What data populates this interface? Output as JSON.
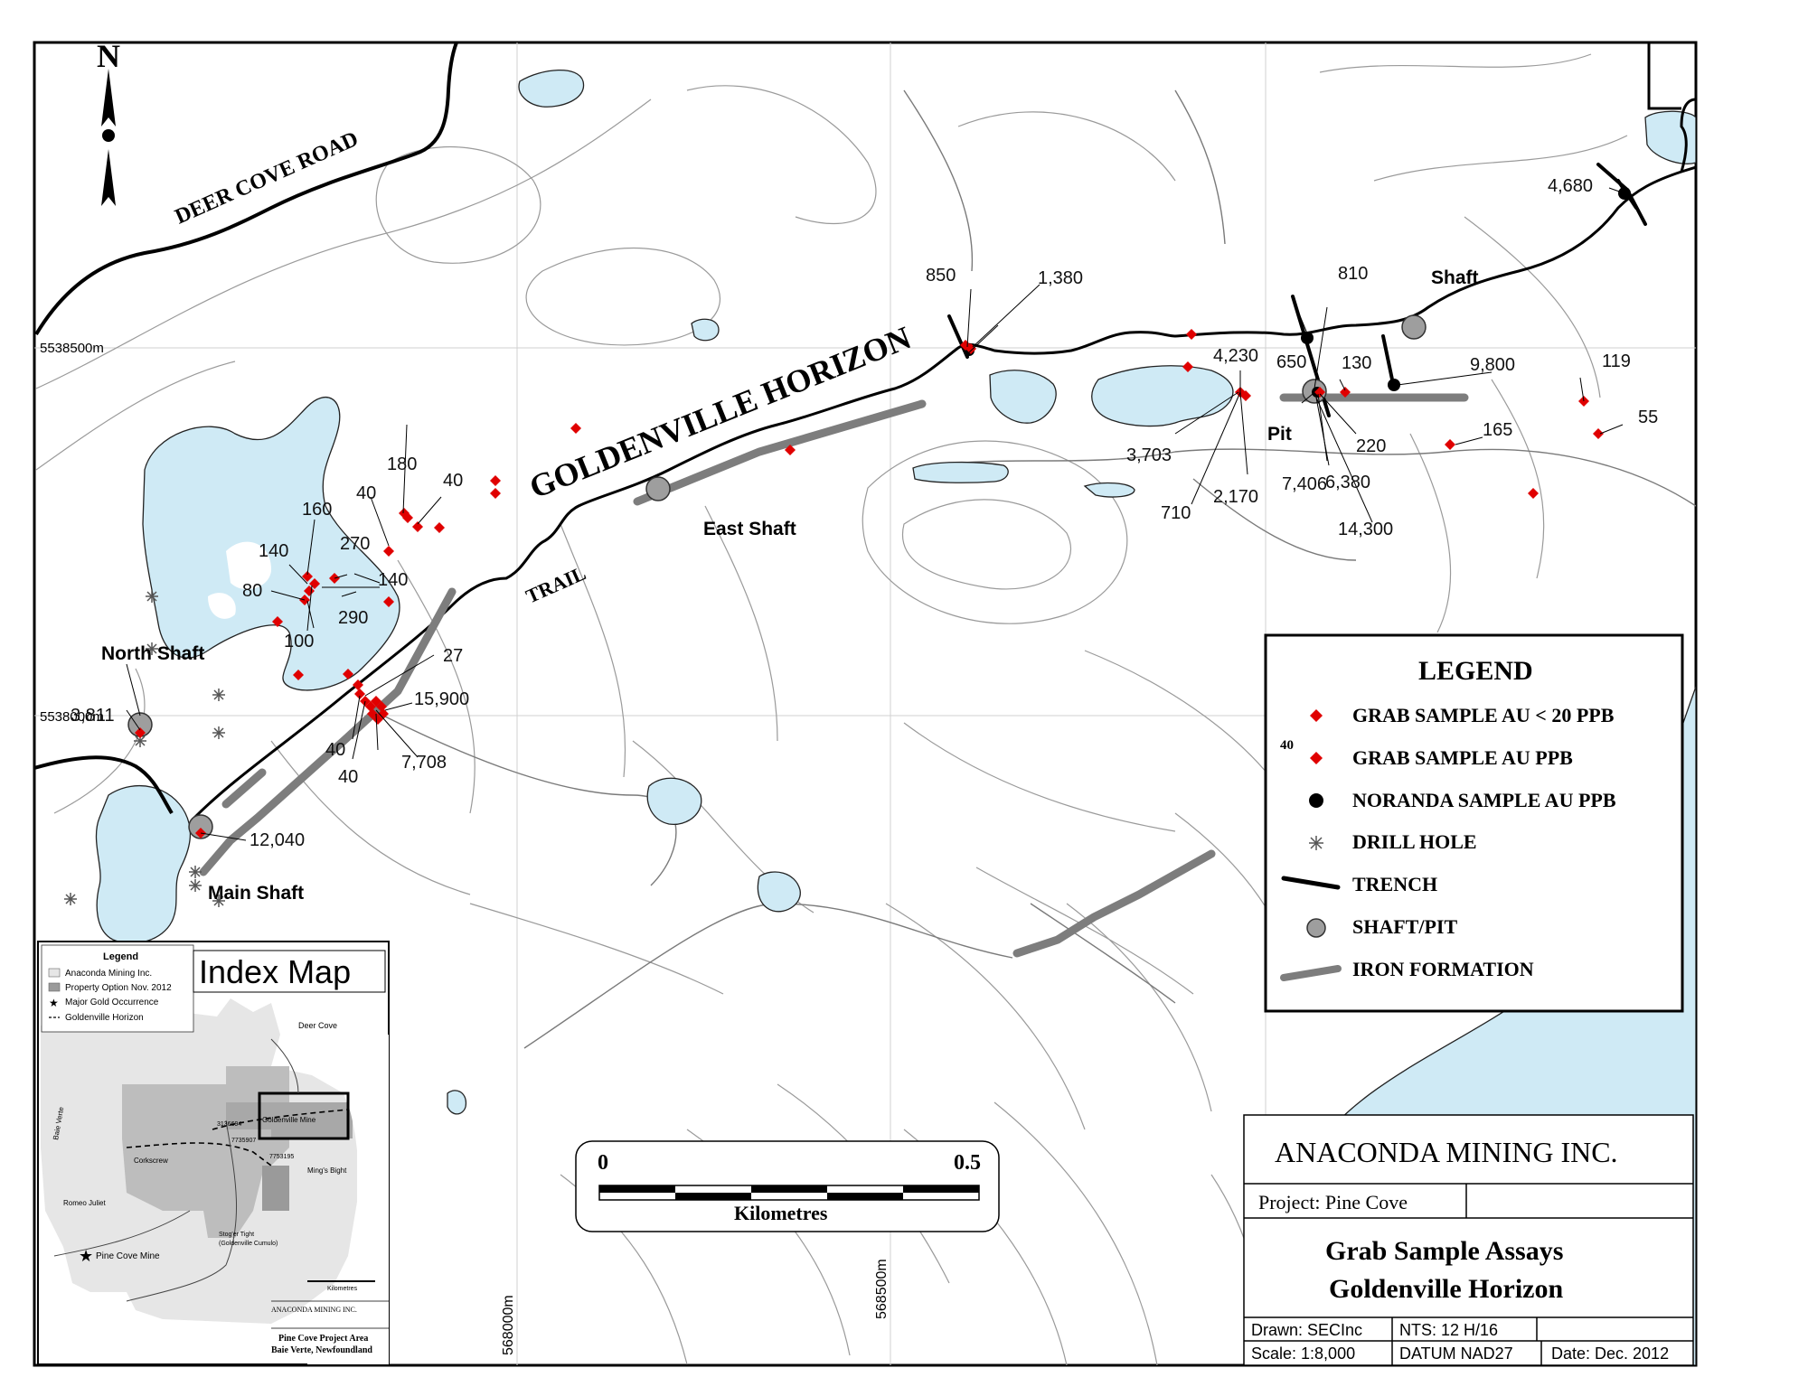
{
  "map": {
    "north_arrow": "N",
    "road_label": "DEER COVE ROAD",
    "horizon_label": "GOLDENVILLE HORIZON",
    "trail_label": "TRAIL",
    "grid_labels": {
      "northing_1": "5538500m",
      "northing_2": "5538000m",
      "easting_1": "568000m",
      "easting_2": "568500m"
    },
    "features": {
      "north_shaft": "North Shaft",
      "main_shaft": "Main Shaft",
      "east_shaft": "East Shaft",
      "shaft": "Shaft",
      "pit": "Pit"
    },
    "sample_values": {
      "v4680": "4,680",
      "v850": "850",
      "v1380": "1,380",
      "v810": "810",
      "v4230": "4,230",
      "v650": "650",
      "v130": "130",
      "v9800": "9,800",
      "v119": "119",
      "v55": "55",
      "v165": "165",
      "v220": "220",
      "v3703": "3,703",
      "v6380": "6,380",
      "v7406": "7,406",
      "v710": "710",
      "v2170": "2,170",
      "v14300": "14,300",
      "v180": "180",
      "v40a": "40",
      "v40b": "40",
      "v160": "160",
      "v270": "270",
      "v140a": "140",
      "v140b": "140",
      "v80": "80",
      "v290": "290",
      "v100": "100",
      "v27": "27",
      "v15900": "15,900",
      "v3811": "3,811",
      "v40c": "40",
      "v40d": "40",
      "v7708": "7,708",
      "v12040": "12,040"
    }
  },
  "legend": {
    "title": "LEGEND",
    "items": [
      {
        "label": "GRAB SAMPLE AU < 20 PPB"
      },
      {
        "label": "GRAB SAMPLE AU PPB",
        "prefix": "40"
      },
      {
        "label": "NORANDA SAMPLE AU PPB"
      },
      {
        "label": "DRILL HOLE"
      },
      {
        "label": "TRENCH"
      },
      {
        "label": "SHAFT/PIT"
      },
      {
        "label": "IRON FORMATION"
      }
    ]
  },
  "scale_bar": {
    "start": "0",
    "end": "0.5",
    "unit": "Kilometres"
  },
  "title_block": {
    "company": "ANACONDA MINING INC.",
    "project": "Project: Pine Cove",
    "title_line1": "Grab Sample Assays",
    "title_line2": "Goldenville Horizon",
    "drawn": "Drawn: SECInc",
    "nts": "NTS: 12 H/16",
    "scale": "Scale:  1:8,000",
    "datum": "DATUM NAD27",
    "date": "Date: Dec. 2012"
  },
  "index_map": {
    "title": "Index Map",
    "legend_title": "Legend",
    "legend_items": [
      "Anaconda Mining Inc.",
      "Property Option Nov. 2012",
      "Major Gold Occurrence",
      "Goldenville Horizon"
    ],
    "places": {
      "deer_cove": "Deer Cove",
      "goldenville": "Goldenville Mine",
      "corkscrew": "Corkscrew",
      "mings": "Ming's Bight",
      "baie_verte": "Baie Verte",
      "romeo": "Romeo Juliet",
      "pine_cove": "Pine Cove Mine",
      "stog": "Stog'er Tight",
      "stog2": "(Goldenville Cumulo)"
    },
    "claims": {
      "c1": "3136694",
      "c2": "7735907",
      "c3": "7753195"
    },
    "footer_company": "ANACONDA MINING INC.",
    "footer_project": "Pine Cove Project Area",
    "footer_location": "Baie Verte, Newfoundland",
    "scale_unit": "Kilometres"
  },
  "colors": {
    "water": "#cfeaf5",
    "sample_red": "#e00000",
    "iron": "#7d7d7d",
    "shaft": "#9e9e9e"
  }
}
